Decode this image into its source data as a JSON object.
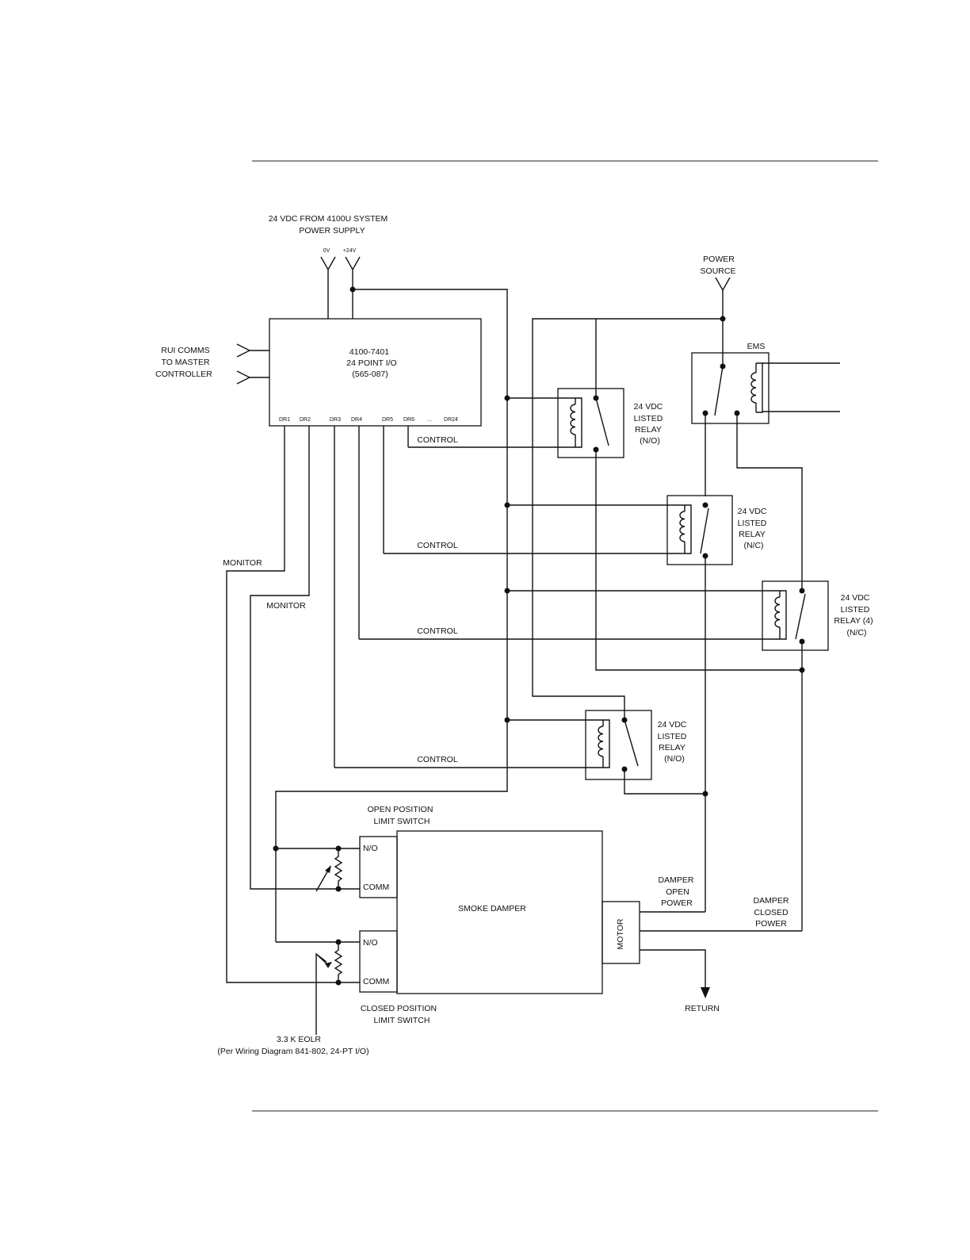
{
  "power_in": {
    "line1": "24 VDC FROM 4100U SYSTEM",
    "line2": "POWER SUPPLY",
    "zero_v": "0V",
    "plus_24v": "+24V"
  },
  "rui": {
    "line1": "RUI COMMS",
    "line2": "TO MASTER",
    "line3": "CONTROLLER"
  },
  "io_module": {
    "line1": "4100-7401",
    "line2": "24 POINT I/O",
    "line3": "(565-087)",
    "terminals": [
      "DR1",
      "DR2",
      "DR3",
      "DR4",
      "DR5",
      "DR6",
      "...",
      "DR24"
    ]
  },
  "power_source": {
    "line1": "POWER",
    "line2": "SOURCE"
  },
  "ems": {
    "label": "EMS"
  },
  "relays": [
    {
      "line1": "24 VDC",
      "line2": "LISTED",
      "line3": "RELAY",
      "line4": "(N/O)"
    },
    {
      "line1": "24 VDC",
      "line2": "LISTED",
      "line3": "RELAY",
      "line4": "(N/C)"
    },
    {
      "line1": "24 VDC",
      "line2": "LISTED",
      "line3": "RELAY (4)",
      "line4": "(N/C)"
    },
    {
      "line1": "24 VDC",
      "line2": "LISTED",
      "line3": "RELAY",
      "line4": "(N/O)"
    }
  ],
  "wires": {
    "control": "CONTROL",
    "monitor": "MONITOR"
  },
  "limit_switches": {
    "open_line1": "OPEN POSITION",
    "open_line2": "LIMIT SWITCH",
    "closed_line1": "CLOSED POSITION",
    "closed_line2": "LIMIT SWITCH",
    "no": "N/O",
    "comm": "COMM"
  },
  "damper": {
    "label": "SMOKE DAMPER",
    "motor": "MOTOR",
    "open_power_line1": "DAMPER",
    "open_power_line2": "OPEN",
    "open_power_line3": "POWER",
    "closed_power_line1": "DAMPER",
    "closed_power_line2": "CLOSED",
    "closed_power_line3": "POWER",
    "return": "RETURN"
  },
  "eolr": {
    "line1": "3.3 K EOLR",
    "line2": "(Per Wiring Diagram 841-802, 24-PT I/O)"
  }
}
